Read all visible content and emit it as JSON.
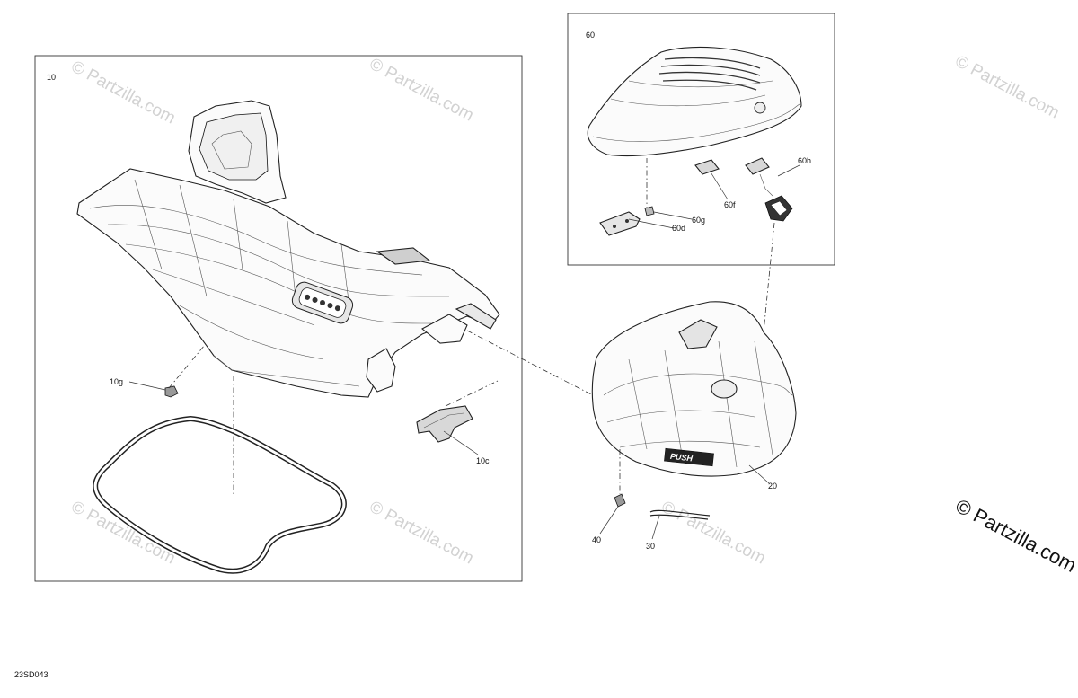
{
  "diagram_id": "23SD043",
  "watermark": "© Partzilla.com",
  "watermark_edge": "© Partzilla.com",
  "groups": {
    "seat_group": "10",
    "cover_group": "60"
  },
  "callouts": {
    "c10g": "10g",
    "c10c": "10c",
    "c20": "20",
    "c30": "30",
    "c40": "40",
    "c60d": "60d",
    "c60f": "60f",
    "c60g": "60g",
    "c60h": "60h"
  },
  "emblem_text": "PUSH"
}
